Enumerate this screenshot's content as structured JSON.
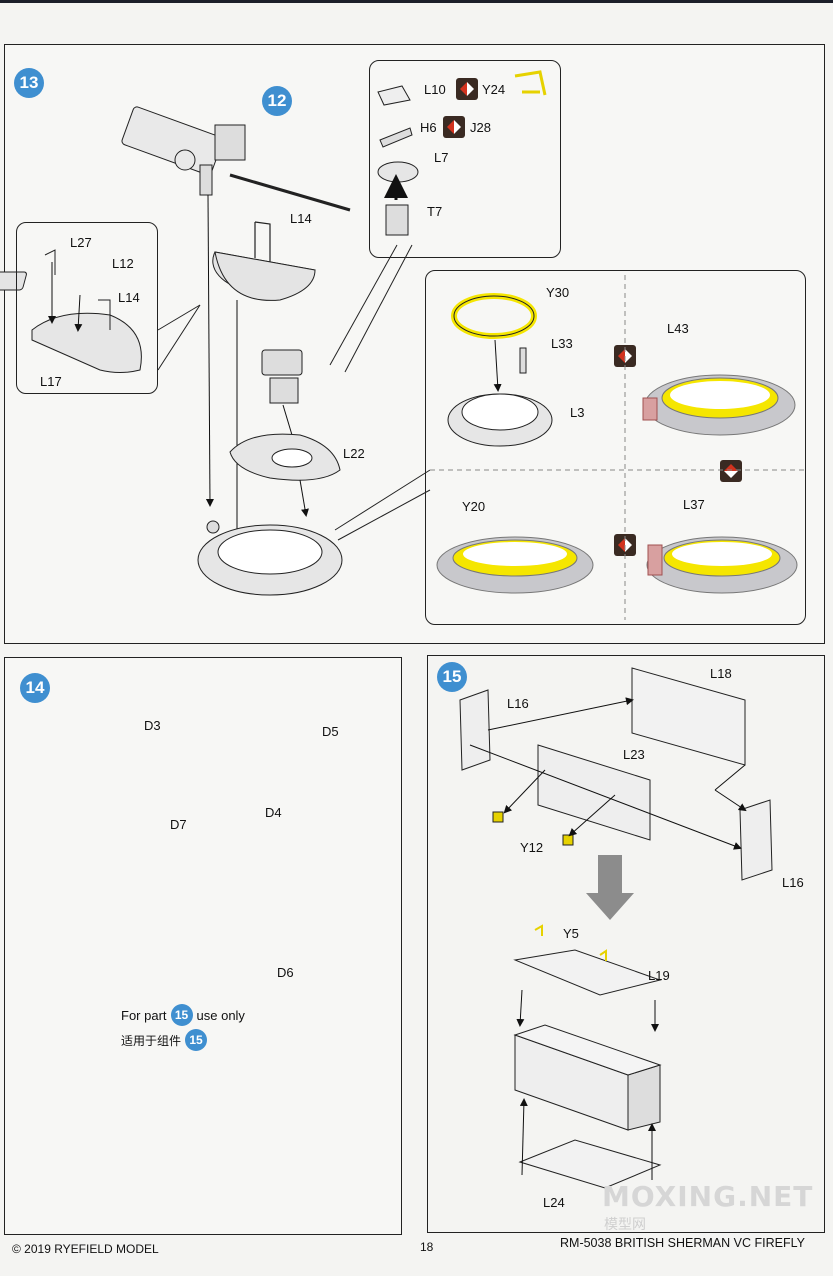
{
  "page": {
    "copyright": "© 2019 RYEFIELD MODEL",
    "page_number": "18",
    "kit_title": "RM-5038 BRITISH SHERMAN VC FIREFLY",
    "watermark": "MOXING.NET",
    "watermark_cn": "模型网"
  },
  "colors": {
    "step_badge": "#3f8fd0",
    "yellow_part": "#f5e600",
    "grey_part": "#c8c8cc",
    "red_icon": "#d2321e"
  },
  "step13": {
    "number": "13",
    "sub_step": "12",
    "labels": {
      "l14": "L14",
      "l22": "L22",
      "l27": "L27",
      "l12": "L12",
      "l14b": "L14",
      "l17": "L17",
      "l10": "L10",
      "y24": "Y24",
      "h6": "H6",
      "j28": "J28",
      "l7": "L7",
      "t7": "T7",
      "y30": "Y30",
      "l33": "L33",
      "l3": "L3",
      "l43": "L43",
      "y20": "Y20",
      "l37": "L37"
    }
  },
  "step14": {
    "number": "14",
    "labels": {
      "d3": "D3",
      "d5": "D5",
      "d7": "D7",
      "d4": "D4",
      "d6": "D6"
    },
    "note_en_prefix": "For part",
    "note_en_ref": "15",
    "note_en_suffix": "use only",
    "note_cn_prefix": "适用于组件",
    "note_cn_ref": "15"
  },
  "step15": {
    "number": "15",
    "labels": {
      "l18": "L18",
      "l16a": "L16",
      "l23": "L23",
      "y12": "Y12",
      "l16b": "L16",
      "y5": "Y5",
      "l19": "L19",
      "l24": "L24"
    }
  }
}
